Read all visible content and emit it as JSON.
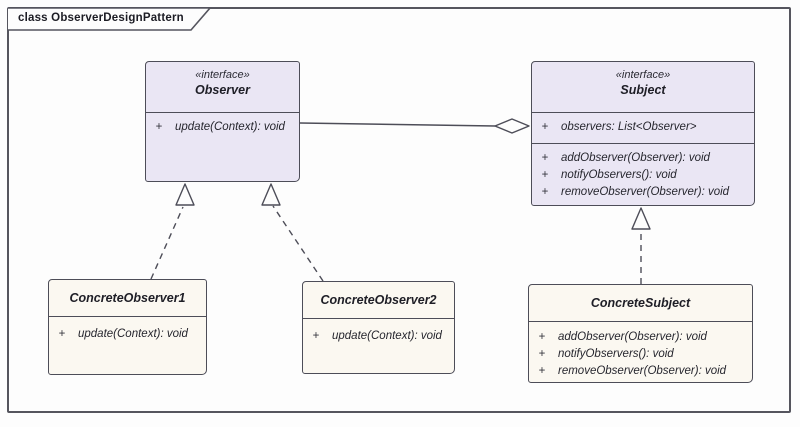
{
  "frame": {
    "title": "class ObserverDesignPattern"
  },
  "colors": {
    "interface_fill": "#eae6f4",
    "class_fill": "#fbf8f1",
    "line": "#4d4d58",
    "background": "#fdfdfd"
  },
  "classes": {
    "observer": {
      "stereotype": "«interface»",
      "name": "Observer",
      "methods": [
        {
          "visibility": "+",
          "signature": "update(Context): void"
        }
      ]
    },
    "subject": {
      "stereotype": "«interface»",
      "name": "Subject",
      "attributes": [
        {
          "visibility": "+",
          "signature": "observers: List<Observer>"
        }
      ],
      "methods": [
        {
          "visibility": "+",
          "signature": "addObserver(Observer): void"
        },
        {
          "visibility": "+",
          "signature": "notifyObservers(): void"
        },
        {
          "visibility": "+",
          "signature": "removeObserver(Observer): void"
        }
      ]
    },
    "concrete_observer1": {
      "name": "ConcreteObserver1",
      "methods": [
        {
          "visibility": "+",
          "signature": "update(Context): void"
        }
      ]
    },
    "concrete_observer2": {
      "name": "ConcreteObserver2",
      "methods": [
        {
          "visibility": "+",
          "signature": "update(Context): void"
        }
      ]
    },
    "concrete_subject": {
      "name": "ConcreteSubject",
      "methods": [
        {
          "visibility": "+",
          "signature": "addObserver(Observer): void"
        },
        {
          "visibility": "+",
          "signature": "notifyObservers(): void"
        },
        {
          "visibility": "+",
          "signature": "removeObserver(Observer): void"
        }
      ]
    }
  }
}
